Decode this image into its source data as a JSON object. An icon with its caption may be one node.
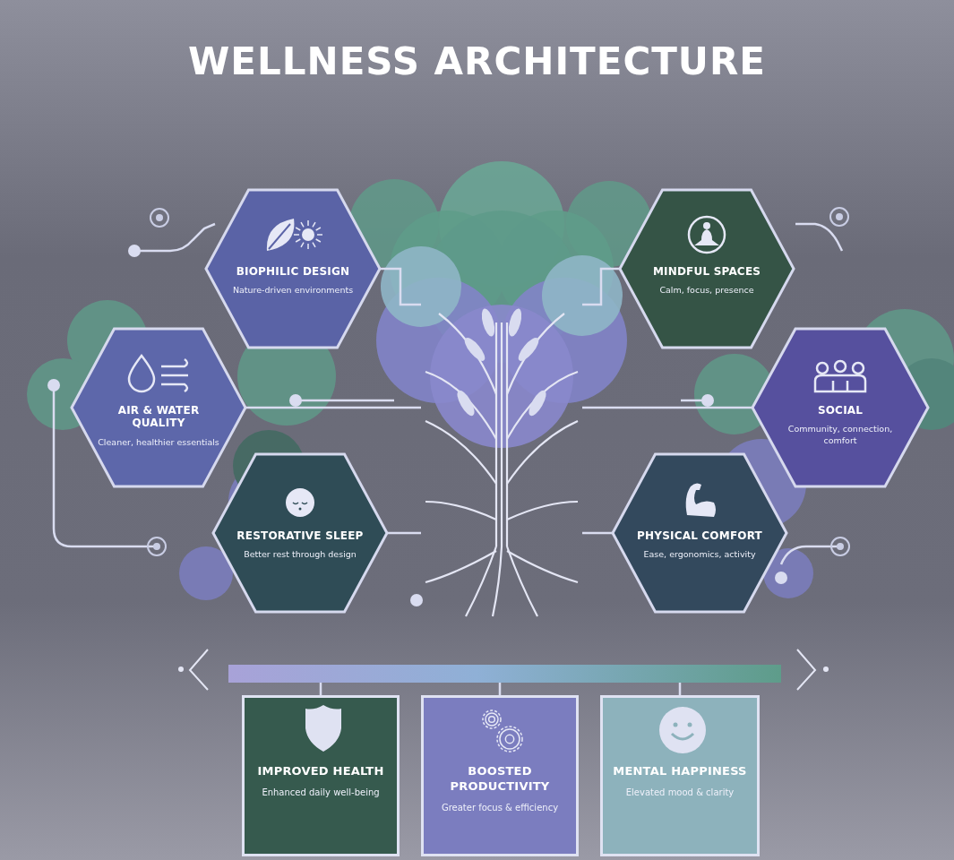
{
  "diagram": {
    "title": "WELLNESS ARCHITECTURE",
    "nodes": [
      {
        "text": [
          "BIOPHILIC DESIGN",
          "Nature-driven environments"
        ]
      },
      {
        "text": [
          "MINDFUL SPACES",
          "Calm, focus, presence"
        ]
      },
      {
        "text": [
          "AIR & WATER QUALITY",
          "Cleaner, healthier essentials"
        ]
      },
      {
        "text": [
          "SOCIAL",
          "Community, connection, comfort"
        ]
      },
      {
        "text": [
          "RESTORATIVE SLEEP",
          "Better rest through design"
        ]
      },
      {
        "text": [
          "PHYSICAL COMFORT",
          "Ease, ergonomics, activity"
        ]
      },
      {
        "text": [],
        "shape": "picture"
      },
      {
        "text": [],
        "shape": "bar"
      },
      {
        "text": [
          "IMPROVED HEALTH",
          "Enhanced daily well-being"
        ]
      },
      {
        "text": [
          "BOOSTED PRODUCTIVITY",
          "Greater focus & efficiency"
        ]
      },
      {
        "text": [
          "MENTAL HAPPINESS",
          "Elevated mood & clarity"
        ]
      }
    ],
    "edges": [
      {
        "from": 0,
        "to": 6,
        "arrow": "none"
      },
      {
        "from": 1,
        "to": 6,
        "arrow": "none"
      },
      {
        "from": 2,
        "to": 6,
        "arrow": "none"
      },
      {
        "from": 3,
        "to": 6,
        "arrow": "none"
      },
      {
        "from": 4,
        "to": 6,
        "arrow": "none"
      },
      {
        "from": 5,
        "to": 6,
        "arrow": "none"
      },
      {
        "from": 7,
        "to": 8,
        "arrow": "none"
      },
      {
        "from": 7,
        "to": 9,
        "arrow": "none"
      },
      {
        "from": 7,
        "to": 10,
        "arrow": "none"
      }
    ]
  }
}
